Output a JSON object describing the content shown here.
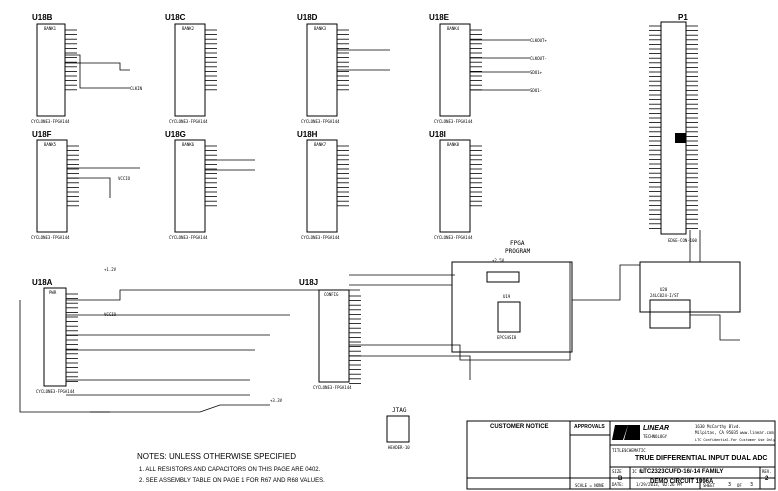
{
  "blocks": {
    "u18b": {
      "name": "U18B",
      "bank": "BANK1",
      "part": "CYCLONE3-FPGA144",
      "nets": [
        "CLKIN"
      ]
    },
    "u18c": {
      "name": "U18C",
      "bank": "BANK2",
      "part": "CYCLONE3-FPGA144"
    },
    "u18d": {
      "name": "U18D",
      "bank": "BANK3",
      "part": "CYCLONE3-FPGA144"
    },
    "u18e": {
      "name": "U18E",
      "bank": "BANK4",
      "part": "CYCLONE3-FPGA144",
      "nets": [
        "CLKOUT+",
        "CLKOUT-",
        "SDO1+",
        "SDO1-"
      ]
    },
    "u18f": {
      "name": "U18F",
      "bank": "BANK5",
      "part": "CYCLONE3-FPGA144",
      "nets": [
        "VCCIO"
      ]
    },
    "u18g": {
      "name": "U18G",
      "bank": "BANK6",
      "part": "CYCLONE3-FPGA144"
    },
    "u18h": {
      "name": "U18H",
      "bank": "BANK7",
      "part": "CYCLONE3-FPGA144"
    },
    "u18i": {
      "name": "U18I",
      "bank": "BANK8",
      "part": "CYCLONE3-FPGA144"
    },
    "u18a": {
      "name": "U18A",
      "part": "CYCLONE3-FPGA144",
      "sub": "PWR"
    },
    "u18j": {
      "name": "U18J",
      "sub": "CONFIG",
      "part": "CYCLONE3-FPGA144"
    },
    "p1": {
      "name": "P1",
      "part": "EDGE-CON-100"
    },
    "fpga_program": {
      "title": "FPGA",
      "title2": "PROGRAM",
      "part": "EPCS4SI8",
      "u19": "U19"
    },
    "eeprom": {
      "ref": "U20",
      "part": "24LC024-I/ST"
    },
    "jtag": {
      "title": "JTAG",
      "part": "HEADER-10"
    }
  },
  "rails": {
    "v25": "+2.5V",
    "v12": "+1.2V",
    "vccio": "VCCIO",
    "v33": "+3.3V"
  },
  "notes": {
    "title": "NOTES: UNLESS OTHERWISE SPECIFIED",
    "items": [
      "1. ALL RESISTORS AND CAPACITORS ON THIS PAGE ARE 0402.",
      "2. SEE ASSEMBLY TABLE ON PAGE 1 FOR R67 AND R68 VALUES."
    ]
  },
  "title_block": {
    "customer_notice": "CUSTOMER NOTICE",
    "approvals": "APPROVALS",
    "company_line1": "LINEAR",
    "company_line2": "TECHNOLOGY",
    "address1": "1630 McCarthy Blvd.",
    "address2": "Milpitas, CA 95035",
    "website": "www.linear.com",
    "customer_use": "LTC Confidential-For Customer Use Only",
    "title_label": "TITLE:",
    "title_value": "SCHEMATIC",
    "headline": "TRUE DIFFERENTIAL INPUT DUAL ADC",
    "part_number": "LTC2323CUFD-16/-14 FAMILY",
    "demo_circuit": "DEMO CIRCUIT 1996A",
    "size_label": "SIZE",
    "size": "B",
    "ic_no_label": "IC NO.",
    "rev_label": "REV.",
    "rev": "2",
    "scale_label": "SCALE = NONE",
    "date_label": "DATE:",
    "date": "1/29/2013, 02:26 PM",
    "sheet_label": "SHEET",
    "sheet": "3",
    "sheet_of": "OF",
    "sheet_total": "3"
  }
}
